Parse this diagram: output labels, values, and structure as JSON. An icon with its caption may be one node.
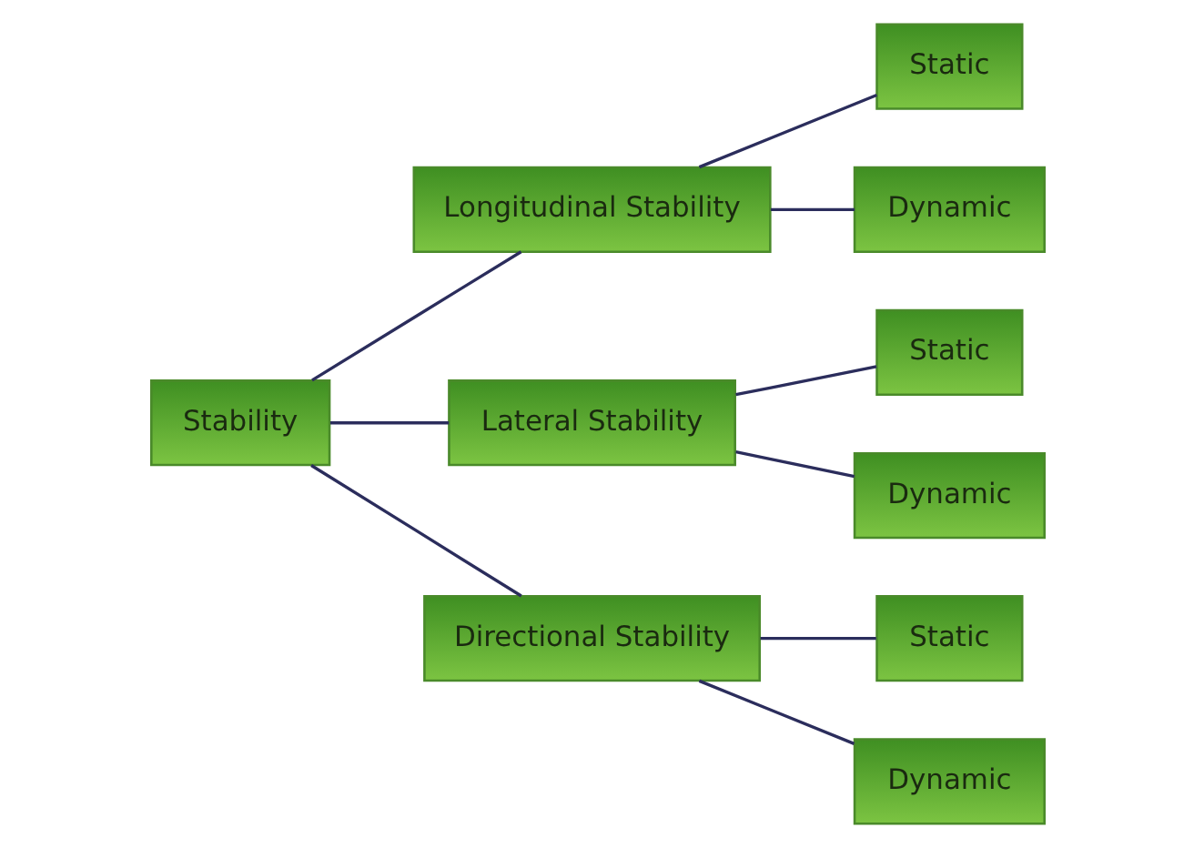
{
  "diagram": {
    "nodes": [
      {
        "text": [
          "Stability"
        ]
      },
      {
        "text": [
          "Longitudinal Stability"
        ]
      },
      {
        "text": [
          "Lateral Stability"
        ]
      },
      {
        "text": [
          "Directional Stability"
        ]
      },
      {
        "text": [
          "Static"
        ]
      },
      {
        "text": [
          "Dynamic"
        ]
      },
      {
        "text": [
          "Static"
        ]
      },
      {
        "text": [
          "Dynamic"
        ]
      },
      {
        "text": [
          "Static"
        ]
      },
      {
        "text": [
          "Dynamic"
        ]
      }
    ],
    "edges": [
      {
        "from": 0,
        "to": 1,
        "arrow": "none"
      },
      {
        "from": 0,
        "to": 2,
        "arrow": "none"
      },
      {
        "from": 0,
        "to": 3,
        "arrow": "none"
      },
      {
        "from": 1,
        "to": 4,
        "arrow": "none"
      },
      {
        "from": 1,
        "to": 5,
        "arrow": "none"
      },
      {
        "from": 2,
        "to": 6,
        "arrow": "none"
      },
      {
        "from": 2,
        "to": 7,
        "arrow": "none"
      },
      {
        "from": 3,
        "to": 8,
        "arrow": "none"
      },
      {
        "from": 3,
        "to": 9,
        "arrow": "none"
      }
    ]
  }
}
